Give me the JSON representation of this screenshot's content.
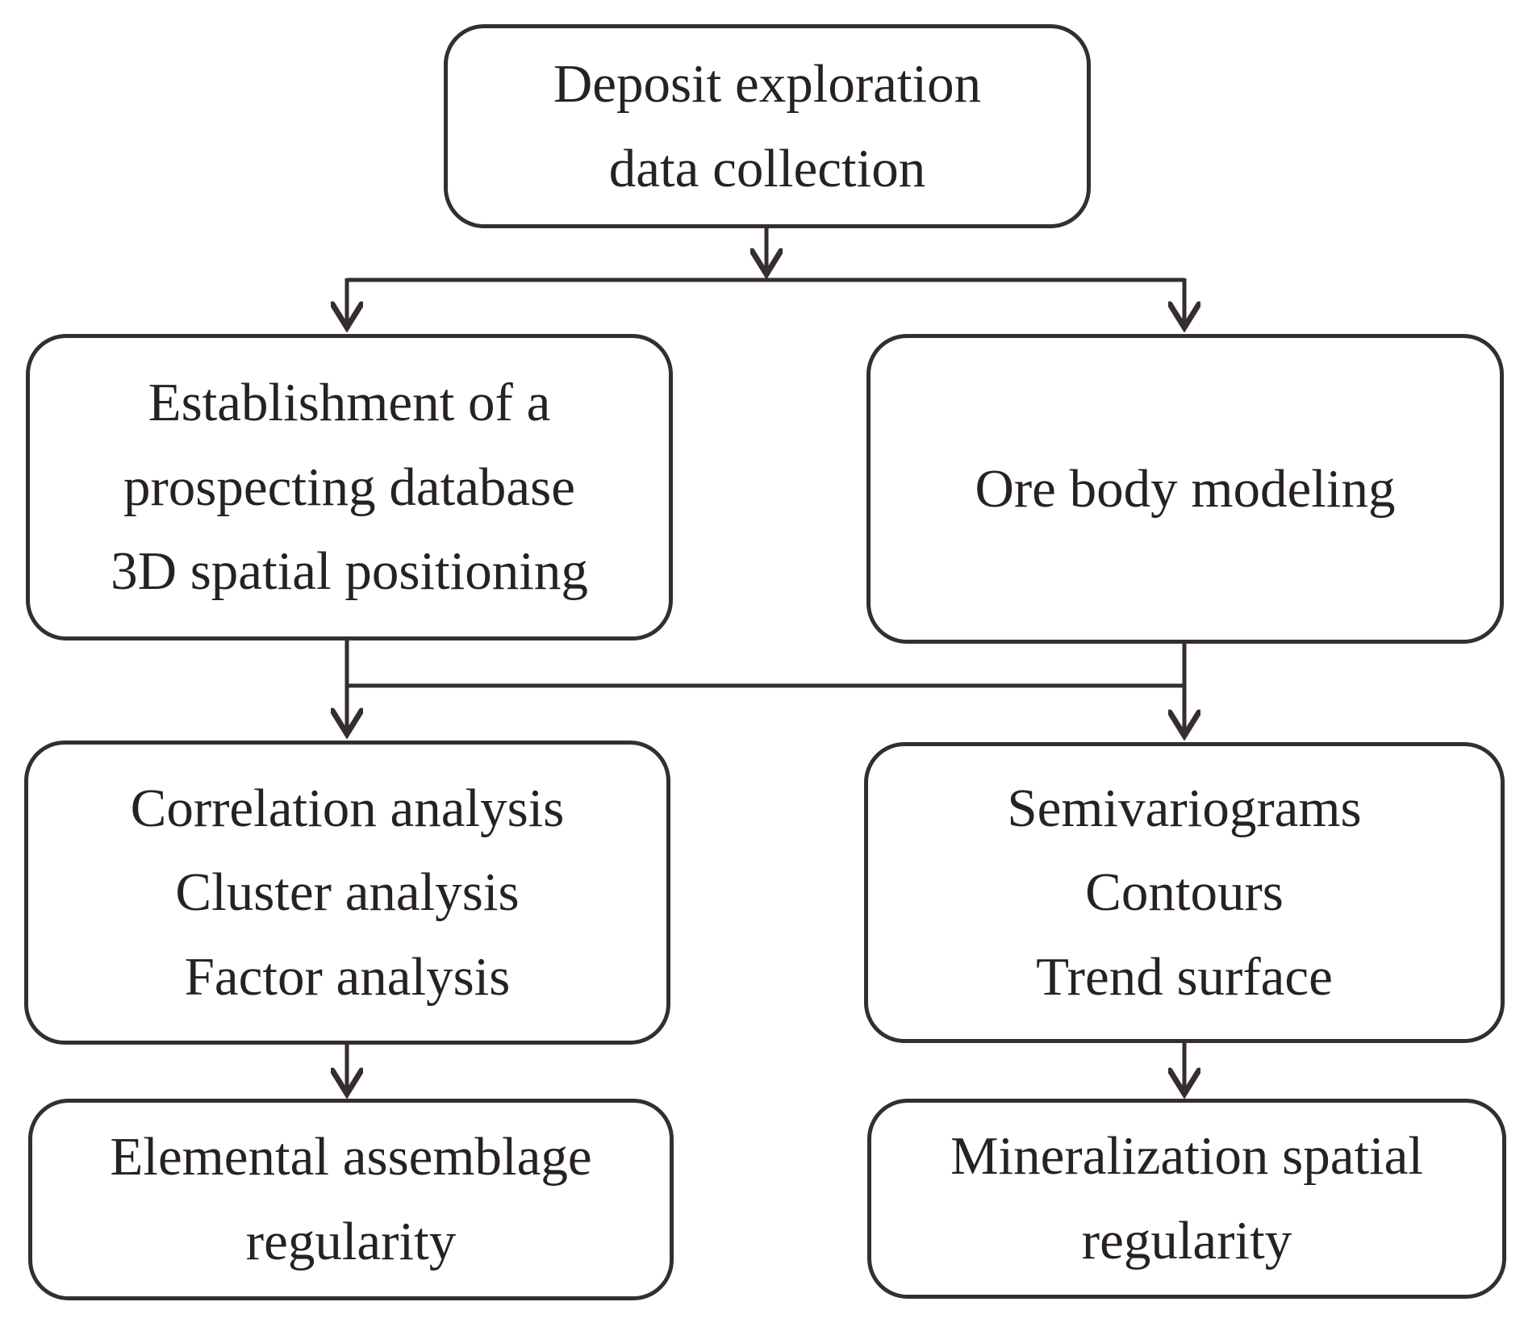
{
  "diagram": {
    "background_color": "#ffffff",
    "stroke_color": "#352d30",
    "text_color": "#272123",
    "nodes": {
      "deposit": {
        "lines": [
          "Deposit exploration",
          "data collection"
        ]
      },
      "database": {
        "lines": [
          "Establishment of a",
          "prospecting database",
          "3D spatial positioning"
        ]
      },
      "orebody": {
        "lines": [
          "Ore body modeling"
        ]
      },
      "analysis": {
        "lines": [
          "Correlation analysis",
          "Cluster analysis",
          "Factor analysis"
        ]
      },
      "geostat": {
        "lines": [
          "Semivariograms",
          "Contours",
          "Trend surface"
        ]
      },
      "elemental": {
        "lines": [
          "Elemental assemblage",
          "regularity"
        ]
      },
      "mineralization": {
        "lines": [
          "Mineralization spatial",
          "regularity"
        ]
      }
    },
    "edges": [
      {
        "from": "deposit",
        "to": "database"
      },
      {
        "from": "deposit",
        "to": "orebody"
      },
      {
        "from": "database",
        "to": "analysis"
      },
      {
        "from": "orebody",
        "to": "geostat"
      },
      {
        "from": "analysis",
        "to": "elemental"
      },
      {
        "from": "geostat",
        "to": "mineralization"
      }
    ]
  }
}
